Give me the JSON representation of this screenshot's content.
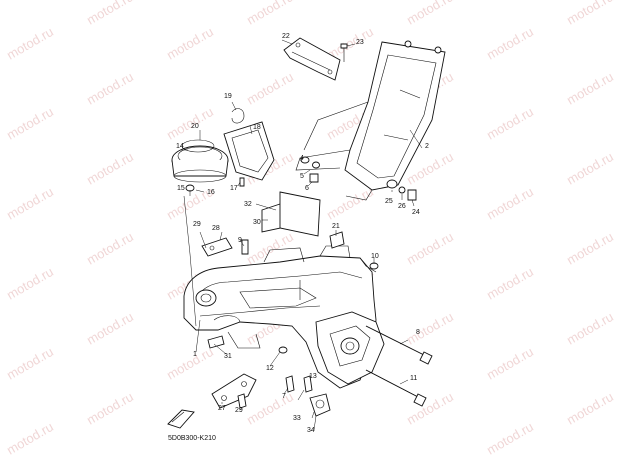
{
  "diagram": {
    "code": "5D0B300-K210",
    "watermark": "motod.ru",
    "watermark_color": "#e5b6b6",
    "callouts": [
      {
        "label": "1"
      },
      {
        "label": "2"
      },
      {
        "label": "4"
      },
      {
        "label": "5"
      },
      {
        "label": "6"
      },
      {
        "label": "7"
      },
      {
        "label": "8"
      },
      {
        "label": "9"
      },
      {
        "label": "10"
      },
      {
        "label": "11"
      },
      {
        "label": "12"
      },
      {
        "label": "13"
      },
      {
        "label": "14"
      },
      {
        "label": "15"
      },
      {
        "label": "16"
      },
      {
        "label": "17"
      },
      {
        "label": "18"
      },
      {
        "label": "19"
      },
      {
        "label": "20"
      },
      {
        "label": "21"
      },
      {
        "label": "22"
      },
      {
        "label": "23"
      },
      {
        "label": "24"
      },
      {
        "label": "25"
      },
      {
        "label": "26"
      },
      {
        "label": "27"
      },
      {
        "label": "28"
      },
      {
        "label": "29"
      },
      {
        "label": "29"
      },
      {
        "label": "30"
      },
      {
        "label": "31"
      },
      {
        "label": "32"
      },
      {
        "label": "33"
      },
      {
        "label": "34"
      }
    ]
  }
}
